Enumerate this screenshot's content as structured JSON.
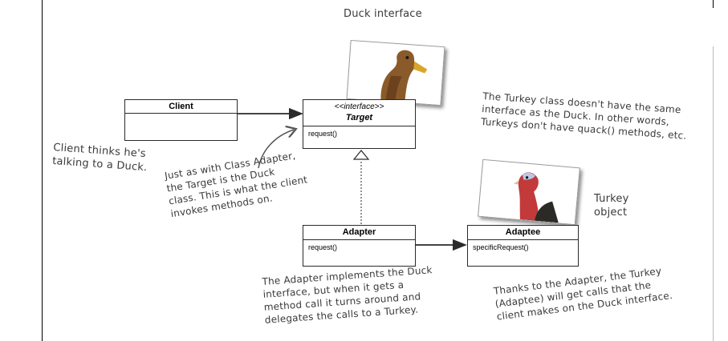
{
  "labels": {
    "duck_interface": "Duck interface",
    "turkey_object": "Turkey\nobject"
  },
  "classes": {
    "client": {
      "name": "Client"
    },
    "target": {
      "stereotype": "<<interface>>",
      "name": "Target",
      "method": "request()"
    },
    "adapter": {
      "name": "Adapter",
      "method": "request()"
    },
    "adaptee": {
      "name": "Adaptee",
      "method": "specificRequest()"
    }
  },
  "notes": {
    "client": "Client thinks he's\ntalking to a Duck.",
    "target": "Just as with Class Adapter,\nthe Target is the Duck\nclass. This is what the client\ninvokes methods on.",
    "turkey_class": "The Turkey class doesn't have the same\ninterface as the Duck. In other words,\nTurkeys don't have quack() methods, etc.",
    "adapter": "The Adapter implements the Duck\ninterface, but when it gets a\nmethod call it turns around and\ndelegates the calls to a Turkey.",
    "adaptee": "Thanks to the Adapter, the Turkey\n(Adaptee) will get calls that the\nclient makes on the Duck interface."
  },
  "colors": {
    "ink": "#2a2a2a",
    "handwriting": "#3a3a3a"
  }
}
